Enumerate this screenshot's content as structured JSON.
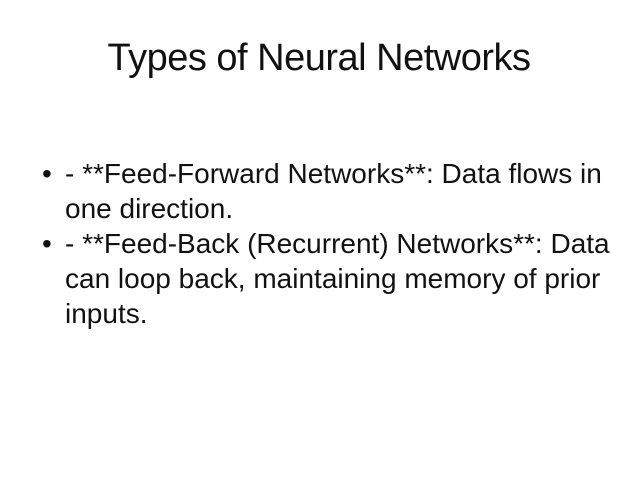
{
  "slide": {
    "title": "Types of Neural Networks",
    "bullet_marker": "•",
    "bullets": [
      {
        "text": "- **Feed-Forward Networks**: Data flows in one direction."
      },
      {
        "text": "- **Feed-Back (Recurrent) Networks**: Data can loop back, maintaining memory of prior inputs."
      }
    ],
    "colors": {
      "background": "#ffffff",
      "text": "#111111"
    }
  }
}
